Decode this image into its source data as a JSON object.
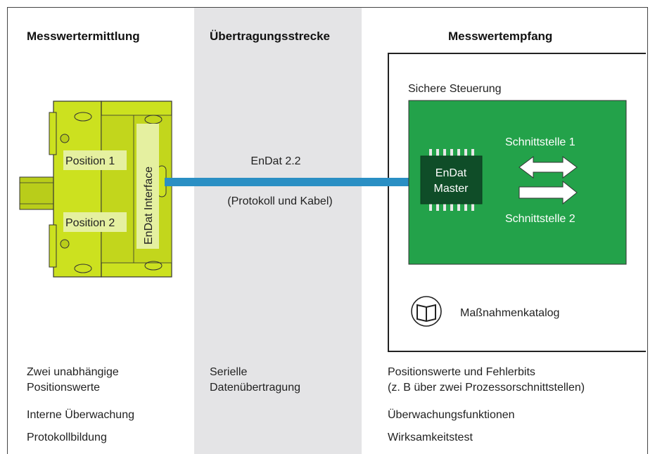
{
  "headers": {
    "left": "Messwertermittlung",
    "middle": "Übertragungsstrecke",
    "right": "Messwertempfang"
  },
  "encoder": {
    "position1": "Position 1",
    "position2": "Position 2",
    "interface": "EnDat Interface"
  },
  "transmission": {
    "protocol": "EnDat 2.2",
    "cable": "(Protokoll und Kabel)"
  },
  "control": {
    "title": "Sichere Steuerung",
    "master_line1": "EnDat",
    "master_line2": "Master",
    "interface1": "Schnittstelle 1",
    "interface2": "Schnittstelle 2",
    "catalog": "Maßnahmenkatalog"
  },
  "bottom": {
    "left": [
      "Zwei unabhängige",
      "Positionswerte",
      "Interne Überwachung",
      "Protokollbildung"
    ],
    "middle": [
      "Serielle",
      "Datenübertragung"
    ],
    "right": [
      "Positionswerte und Fehlerbits",
      "(z. B über zwei Prozessorschnittstellen)",
      "Überwachungsfunktionen",
      "Wirksamkeitstest"
    ]
  },
  "colors": {
    "encoder_yellow": "#cce11f",
    "encoder_label_bg": "#e5f0a0",
    "cable_blue": "#2a8fc4",
    "board_green": "#23a24a",
    "chip_dark": "#0f4d28",
    "band_gray": "#e4e4e6"
  }
}
